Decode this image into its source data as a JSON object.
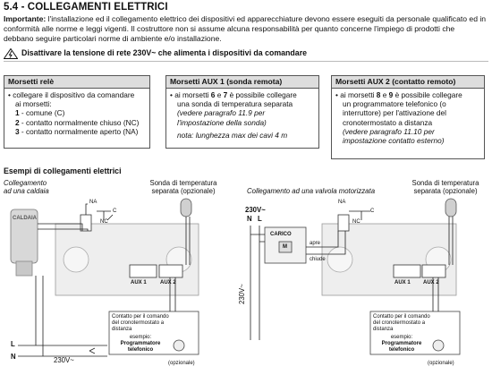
{
  "heading": "5.4 - COLLEGAMENTI ELETTRICI",
  "intro": {
    "lead": "Importante:",
    "line1": " l'installazione ed il collegamento elettrico dei dispositivi ed apparecchiature devono essere eseguiti da personale qualificato ed in",
    "line2": "conformità alle norme e leggi vigenti. Il costruttore non si assume alcuna responsabilità per quanto concerne l'impiego di prodotti che",
    "line3": "debbano seguire particolari norme di ambiente e/o installazione."
  },
  "warning": {
    "icon": "high-voltage-warning-icon",
    "text": "Disattivare la tensione di rete 230V~ che alimenta i dispositivi da comandare"
  },
  "box_rele": {
    "title": "Morsetti relè",
    "l1": "collegare il dispositivo da comandare",
    "l2": "ai morsetti:",
    "n1": "1",
    "t1": " - comune (C)",
    "n2": "2",
    "t2": " - contatto normalmente chiuso (NC)",
    "n3": "3",
    "t3": " - contatto normalmente aperto (NA)"
  },
  "box_aux1": {
    "title": "Morsetti AUX 1 (sonda remota)",
    "l1a": "ai morsetti ",
    "l1b": "6",
    "l1c": " e ",
    "l1d": "7",
    "l1e": " è possibile collegare",
    "l2": "una sonda di temperatura separata",
    "l3": "(vedere paragrafo 11.9 per",
    "l4": "l'impostazione della sonda)",
    "note": "nota: lunghezza max dei cavi 4 m"
  },
  "box_aux2": {
    "title": "Morsetti AUX 2 (contatto remoto)",
    "l1a": "ai morsetti ",
    "l1b": "8",
    "l1c": " e ",
    "l1d": "9",
    "l1e": " è possibile collegare",
    "l2": "un programmatore telefonico (o",
    "l3": "interruttore) per l'attivazione del",
    "l4": "cronotermostato a distanza",
    "l5": "(vedere paragrafo 11.10 per",
    "l6": "impostazione contatto esterno)"
  },
  "examples_title": "Esempi di collegamenti elettrici",
  "diagram_left": {
    "caption1": "Collegamento",
    "caption2": "ad una caldaia",
    "sensor1": "Sonda di temperatura",
    "sensor2": "separata (opzionale)",
    "boiler_brand": "CALDAIA",
    "na": "NA",
    "nc": "NC",
    "c": "C",
    "aux1": "AUX 1",
    "aux2": "AUX 2",
    "contact1": "Contatto per il comando",
    "contact2": "del cronotermostato a",
    "contact3": "distanza",
    "ex1": "esempio:",
    "ex2": "Programmatore",
    "ex3": "telefonico",
    "optional": "(opzionale)",
    "L": "L",
    "N": "N",
    "voltage": "230V~"
  },
  "diagram_right": {
    "caption": "Collegamento ad una valvola motorizzata",
    "sensor1": "Sonda di temperatura",
    "sensor2": "separata (opzionale)",
    "voltage_top": "230V~",
    "N": "N",
    "L": "L",
    "valve_label": "CARICO",
    "valve_m": "M",
    "apre": "apre",
    "chiude": "chiude",
    "na": "NA",
    "nc": "NC",
    "c": "C",
    "aux1": "AUX 1",
    "aux2": "AUX 2",
    "voltage_side": "230V~",
    "contact1": "Contatto per il comando",
    "contact2": "del cronotermostato a",
    "contact3": "distanza",
    "ex1": "esempio:",
    "ex2": "Programmatore",
    "ex3": "telefonico",
    "optional": "(opzionale)"
  }
}
